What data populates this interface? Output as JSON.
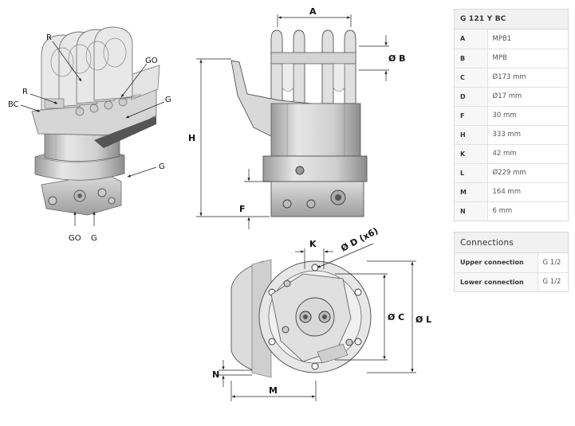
{
  "product": {
    "model": "G 121 Y BC"
  },
  "specs": [
    {
      "key": "A",
      "value": "MPB1"
    },
    {
      "key": "B",
      "value": "MPB"
    },
    {
      "key": "C",
      "value": "Ø173 mm"
    },
    {
      "key": "D",
      "value": "Ø17 mm"
    },
    {
      "key": "F",
      "value": "30 mm"
    },
    {
      "key": "H",
      "value": "333 mm"
    },
    {
      "key": "K",
      "value": "42 mm"
    },
    {
      "key": "L",
      "value": "Ø229 mm"
    },
    {
      "key": "M",
      "value": "164 mm"
    },
    {
      "key": "N",
      "value": "6 mm"
    }
  ],
  "connections": {
    "title": "Connections",
    "rows": [
      {
        "key": "Upper connection",
        "value": "G 1/2"
      },
      {
        "key": "Lower connection",
        "value": "G 1/2"
      }
    ]
  },
  "drawing": {
    "iso_labels": {
      "r_top": "R",
      "r_mid": "R",
      "bc": "BC",
      "go_top": "GO",
      "g_right": "G",
      "g_mid": "G",
      "go_bottom": "GO",
      "g_bottom": "G",
      "brand": "Indexator"
    },
    "side_labels": {
      "a": "A",
      "b": "Ø B",
      "h": "H",
      "f": "F"
    },
    "top_labels": {
      "k": "K",
      "d": "Ø D (x6)",
      "c": "Ø C",
      "l": "Ø L",
      "n": "N",
      "m": "M"
    }
  }
}
